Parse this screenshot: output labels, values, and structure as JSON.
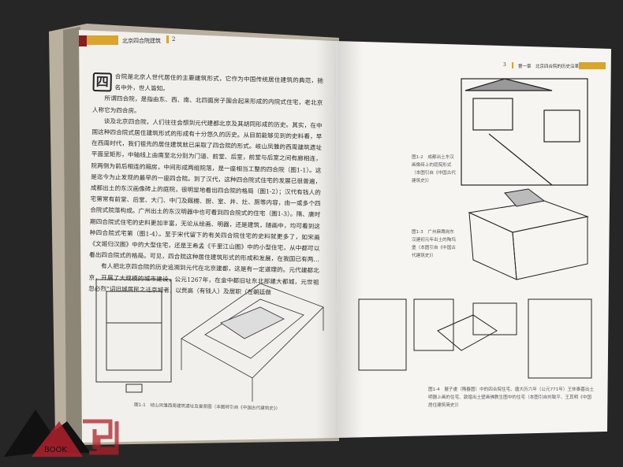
{
  "left_page": {
    "running_head": "北京四合院建筑",
    "page_number": "2",
    "drop_cap": "四",
    "paragraphs": [
      "合院是北京人世代居住的主要建筑形式，它作为中国传统居住建筑的典范，驰名中外，世人皆知。",
      "所谓四合院，是指由东、西、南、北四面房子围合起来形成的内院式住宅，老北京人称它为四合房。",
      "谈及北京四合院，人们往往会想到元代建都北京及其胡同形成的历史。其实，在中国这种四合院式居住建筑形式的形成有十分悠久的历史。从目前能够见到的史料看，早在西周时代，我们祖先的居住建筑就已采取了四合院的形式。岐山凤雏的西周建筑遗址平面呈矩形，中轴线上由南至北分别为门道、前堂、后室，前堂与后室之间有廊相连，院两侧为前后相连的厢房，中间形成两组院落，是一座相当工整的四合院（图1-1）。这是迄今为止发现的最早的一座四合院。到了汉代，这种四合院式住宅的发展已很普遍，成都出土的东汉画像砖上的庭院，很明显地看出四合院的格局（图1-2）；汉代有钱人的宅第常有前堂、后堂、大门、中门及厩棚、厨、室、井、灶、厕等内容，由一或多个四合院式院落构成。广州出土的东汉明器中也可看到四合院式的住宅（图1-3）。隋、唐时期四合院式住宅的史料更加丰富，无论从绘画、明器，还是建筑，随画中，均可看到这种四合院式宅第（图1-4）。至于宋代留下的有关四合院住宅的史料就更多了，如宋画《文姬归汉图》中的大型住宅，还是王希孟《千里江山图》中的小型住宅，从中都可以看出四合院式的格局。可见，四合院这种居住建筑形式的形成和发展，在我国已有两千多年的历史了。",
      "有人把北京四合院的历史追溯到元代在北京建都，这是有一定道理的。元代建都北京，开展了大规模的城市建设，公元1267年，在金中都旧址东北部建大都城，元世祖忽必烈“诏旧城居民之迁京城者，以赀高（有钱人）及居职（在朝廷做"
    ],
    "figure_caption": "图1-1　岐山凤雏西周建筑遗址及复原图（本图转引自《中国古代建筑史》）"
  },
  "right_page": {
    "page_number": "3",
    "running_head": "第一章　北京四合院的历史沿革",
    "captions": [
      "图1-2　成都出土东汉画像砖上的庭院形式（本图引自《中国古代建筑史》）",
      "图1-3　广州麻鹰岗东汉建初元年出土的陶坞堡（本图引自《中国古代建筑史》）",
      "图1-4　展子虔（隋春图）中的四合院住宅、唐大历六年（公元771年）王休泰墓出土明器上画的住宅、敦煌出土壁画佛教生图中的住宅（本图引自刘致平、王其明《中国居住建筑简史》）"
    ]
  },
  "watermark": {
    "text": "BOOK"
  },
  "colors": {
    "background": "#262626",
    "page": "#f4f3ef",
    "band": "#d9a52a",
    "logo_red": "#b0202a"
  }
}
